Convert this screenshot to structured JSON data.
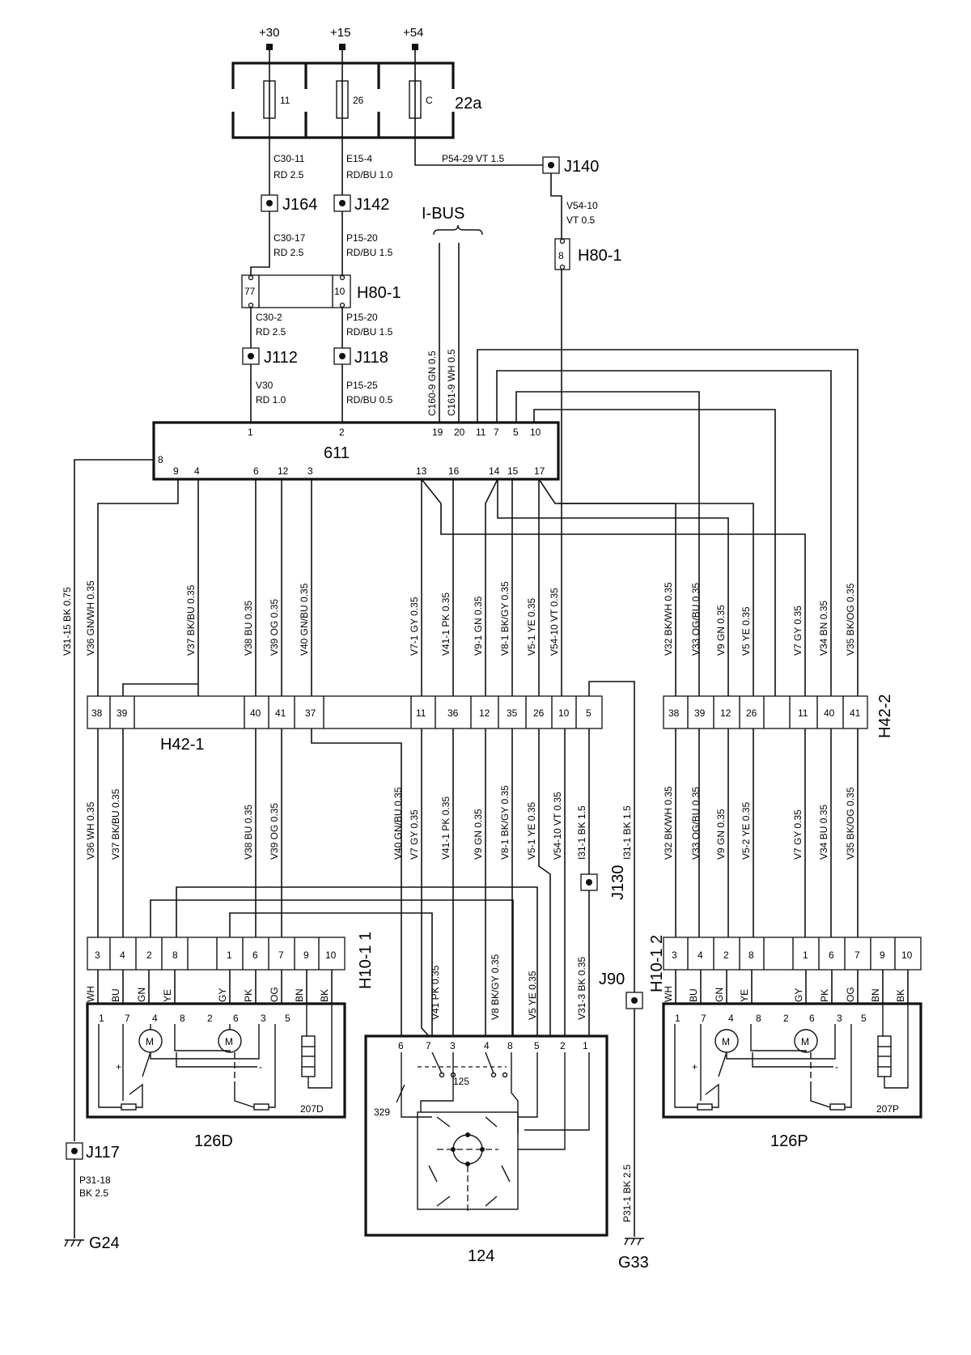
{
  "supply": {
    "t30": "+30",
    "t15": "+15",
    "t54": "+54"
  },
  "fusebox": {
    "label": "22a",
    "f1": "11",
    "f2": "26",
    "f3": "C"
  },
  "wires_top": {
    "c3011": "C30-11",
    "c3011s": "RD  2.5",
    "e154": "E15-4",
    "e154s": "RD/BU  1.0",
    "p5429": "P54-29  VT   1.5",
    "v5410": "V54-10",
    "v5410s": "VT  0.5",
    "c3017": "C30-17",
    "c3017s": "RD  2.5",
    "p1520a": "P15-20",
    "p1520as": "RD/BU  1.5",
    "c302": "C30-2",
    "c302s": "RD 2.5",
    "p1520b": "P15-20",
    "p1520bs": "RD/BU  1.5",
    "v30": "V30",
    "v30s": "RD  1.0",
    "p1525": "P15-25",
    "p1525s": "RD/BU  0.5",
    "c1609": "C160-9  GN  0.5",
    "c1619": "C161-9  WH  0.5"
  },
  "splices": {
    "j140": "J140",
    "j164": "J164",
    "j142": "J142",
    "j112": "J112",
    "j118": "J118",
    "j130": "J130",
    "j90": "J90",
    "j117": "J117"
  },
  "ibus": "I-BUS",
  "h80": {
    "label": "H80-1",
    "label2": "H80-1",
    "p77": "77",
    "p10": "10",
    "p8": "8"
  },
  "ecu": {
    "label": "611",
    "top_pins": [
      "1",
      "2",
      "19",
      "20",
      "11",
      "7",
      "5",
      "10"
    ],
    "p8": "8",
    "bottom_pins": [
      "9",
      "4",
      "6",
      "12",
      "3",
      "13",
      "16",
      "14",
      "15",
      "17"
    ]
  },
  "mid_wires_left": [
    "V31-15  BK  0.75",
    "V36  GN/WH  0.35",
    "V37  BK/BU  0.35",
    "V38  BU   0.35",
    "V39  OG  0.35",
    "V40  GN/BU  0.35",
    "V7-1  GY  0.35",
    "V41-1  PK  0.35",
    "V9-1  GN  0.35",
    "V8-1  BK/GY  0.35",
    "V5-1  YE  0.35",
    "V54-10  VT  0.35"
  ],
  "mid_wires_right": [
    "V32  BK/WH  0.35",
    "V33  OG/BU  0.35",
    "V9  GN  0.35",
    "V5  YE  0.35",
    "V7  GY  0.35",
    "V34  BN  0.35",
    "V35  BK/OG  0.35"
  ],
  "h421": {
    "label": "H42-1",
    "pins": [
      "38",
      "39",
      "40",
      "41",
      "37",
      "11",
      "36",
      "12",
      "35",
      "26",
      "10",
      "5"
    ]
  },
  "h422": {
    "label": "H42-2",
    "pins": [
      "38",
      "39",
      "12",
      "26",
      "11",
      "40",
      "41"
    ]
  },
  "low_wires_left": [
    "V36  WH  0.35",
    "V37  BK/BU  0.35",
    "V38  BU  0.35",
    "V39  OG  0.35",
    "V40  GN/BU  0.35",
    "V7  GY  0.35",
    "V41-1  PK  0.35",
    "V9  GN  0.35",
    "V8-1  BK/GY  0.35",
    "V5-1  YE  0.35",
    "V54-10  VT  0.35",
    "I31-1  BK  1.5",
    "I31-1  BK  1.5"
  ],
  "low_wires_right": [
    "V32  BK/WH  0.35",
    "V33  OG/BU  0.35",
    "V9  GN  0.35",
    "V5-2  YE  0.35",
    "V7  GY  0.35",
    "V34  BU  0.35",
    "V35  BK/OG  0.35"
  ],
  "sw_wires": [
    "V41  PK  0.35",
    "V8  BK/GY  0.35",
    "V5  YE  0.35",
    "V31-3  BK  0.35"
  ],
  "h101": {
    "label": "H10-1 1",
    "pins": [
      "3",
      "4",
      "2",
      "8",
      "1",
      "6",
      "7",
      "9",
      "10"
    ]
  },
  "h102": {
    "label": "H10-1 2",
    "pins": [
      "3",
      "4",
      "2",
      "8",
      "1",
      "6",
      "7",
      "9",
      "10"
    ]
  },
  "colors": [
    "WH",
    "BU",
    "GN",
    "YE",
    "GY",
    "PK",
    "OG",
    "BN",
    "BK"
  ],
  "mirrorD": {
    "label": "126D",
    "inner": "207D",
    "pins": [
      "1",
      "7",
      "4",
      "8",
      "2",
      "6",
      "3",
      "5"
    ],
    "motor": "M"
  },
  "mirrorP": {
    "label": "126P",
    "inner": "207P",
    "pins": [
      "1",
      "7",
      "4",
      "8",
      "2",
      "6",
      "3",
      "5"
    ],
    "motor": "M"
  },
  "switch": {
    "label": "124",
    "sub": "125",
    "sub2": "329",
    "pins": [
      "6",
      "7",
      "3",
      "4",
      "8",
      "5",
      "2",
      "1"
    ]
  },
  "ground": {
    "p3118": "P31-18",
    "p3118s": "BK 2.5",
    "g24": "G24",
    "p311": "P31-1  BK  2.5",
    "g33": "G33"
  },
  "signs": {
    "plus": "+",
    "minus": "-"
  }
}
